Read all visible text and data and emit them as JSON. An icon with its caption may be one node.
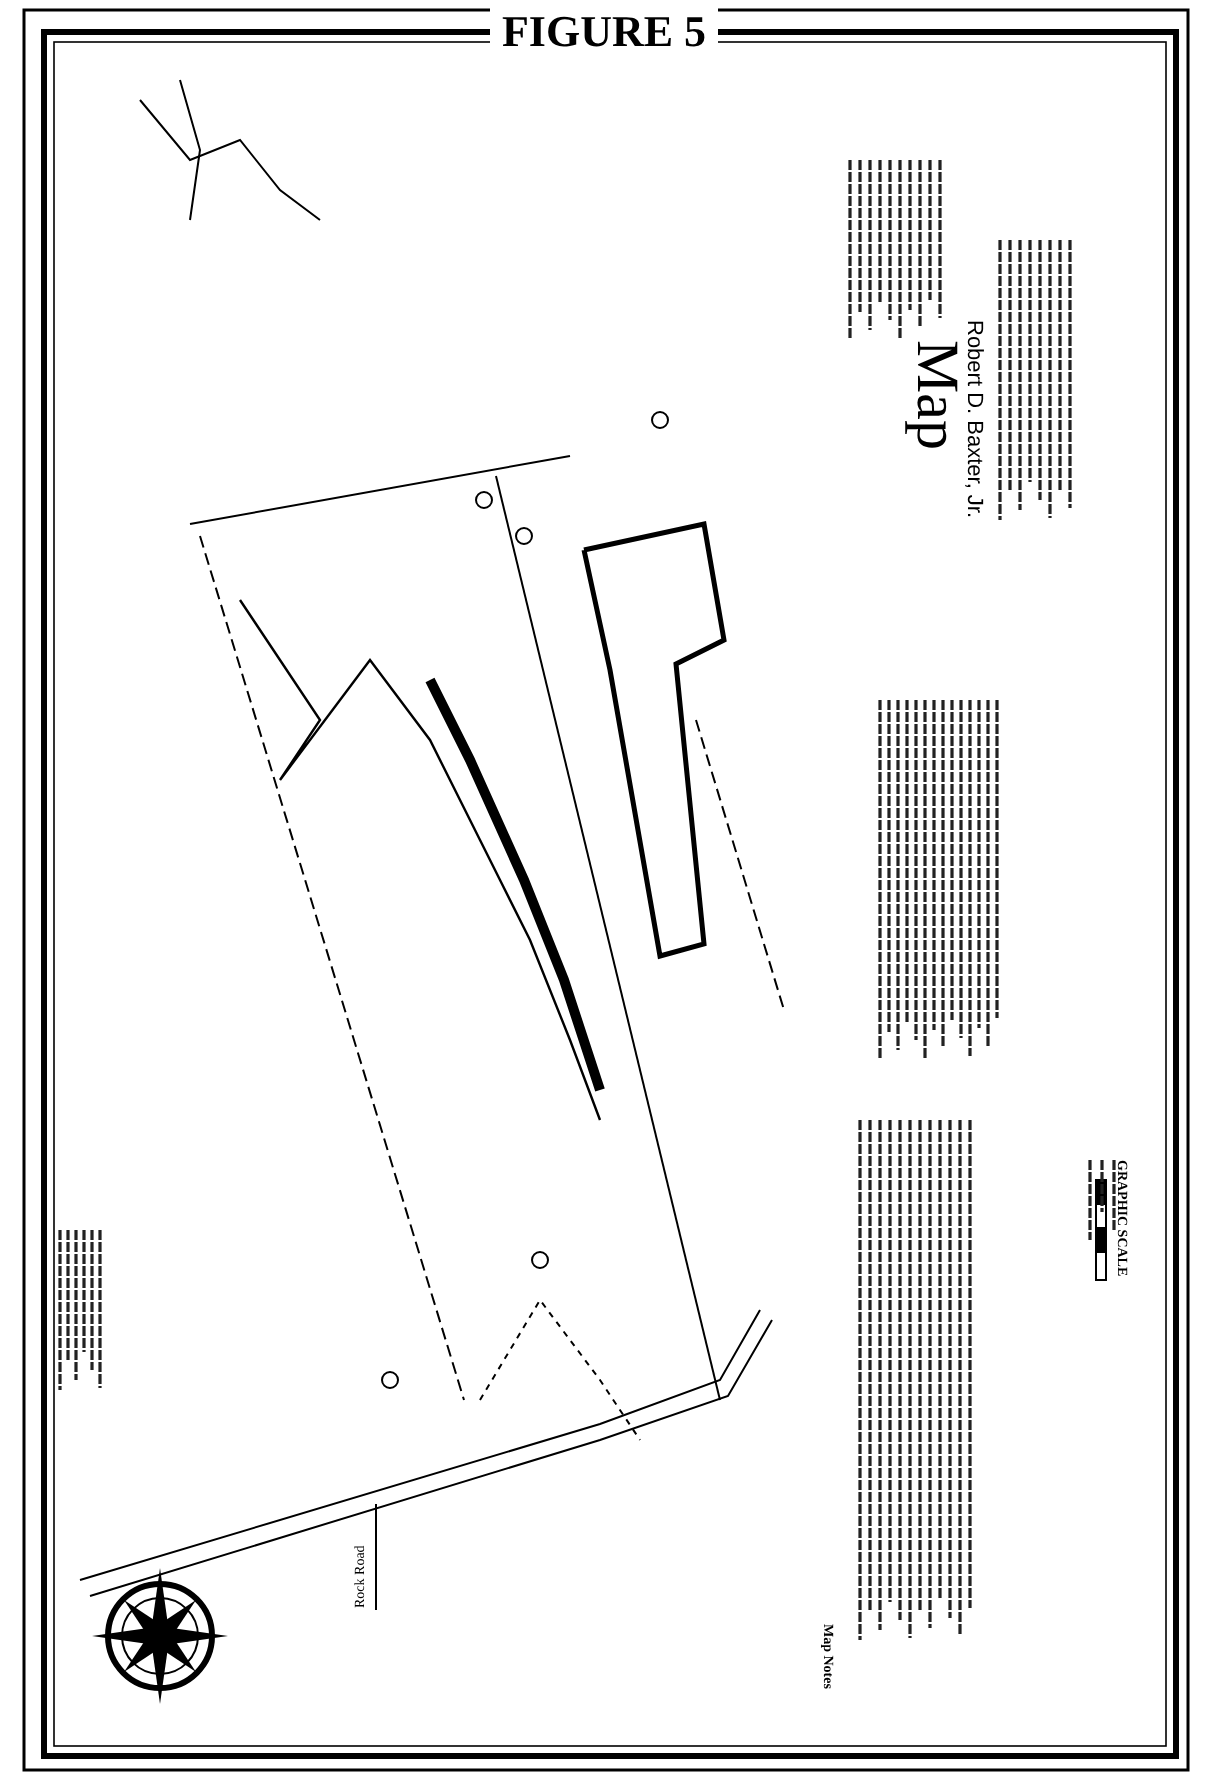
{
  "diagram": {
    "title": "FIGURE 5",
    "labels": [
      "Map",
      "Robert D. Baxter, Jr.",
      "GRAPHIC SCALE",
      "Rock Road",
      "Map Notes"
    ]
  }
}
